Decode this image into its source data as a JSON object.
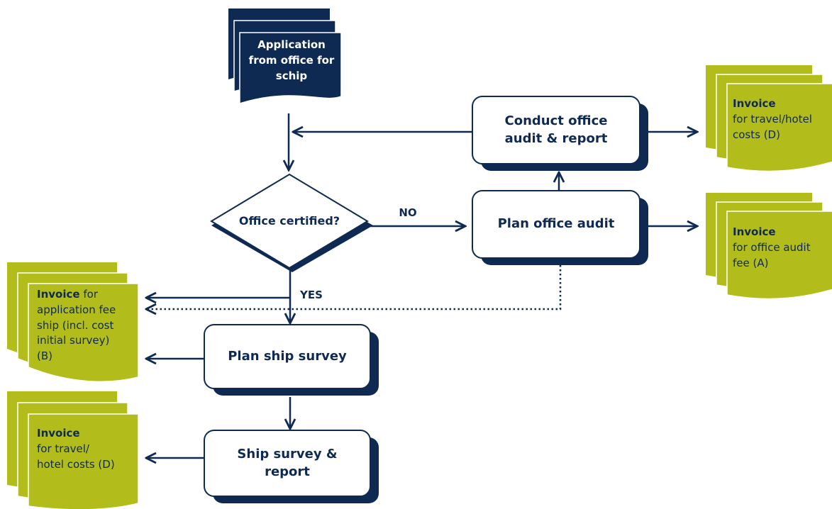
{
  "colors": {
    "navy": "#0e2a52",
    "invoice_green": "#b2bc1b",
    "box_fill": "#ffffff"
  },
  "start_document": {
    "text": "Application\nfrom office for\nschip"
  },
  "decision": {
    "text": "Office certified?"
  },
  "edges": {
    "no": "NO",
    "yes": "YES"
  },
  "processes": {
    "conduct_audit": "Conduct office\naudit & report",
    "plan_audit": "Plan office audit",
    "plan_survey": "Plan ship survey",
    "ship_survey": "Ship survey &\nreport"
  },
  "invoices": {
    "office_travel": {
      "title": "Invoice",
      "desc": "for travel/hotel\ncosts (D)"
    },
    "office_fee": {
      "title": "Invoice",
      "desc": "for office audit\nfee (A)"
    },
    "application_fee": {
      "title": "Invoice",
      "desc": " for\napplication fee\nship (incl. cost\ninitial survey)\n(B)"
    },
    "ship_travel": {
      "title": "Invoice",
      "desc": "for travel/\nhotel costs (D)"
    }
  }
}
